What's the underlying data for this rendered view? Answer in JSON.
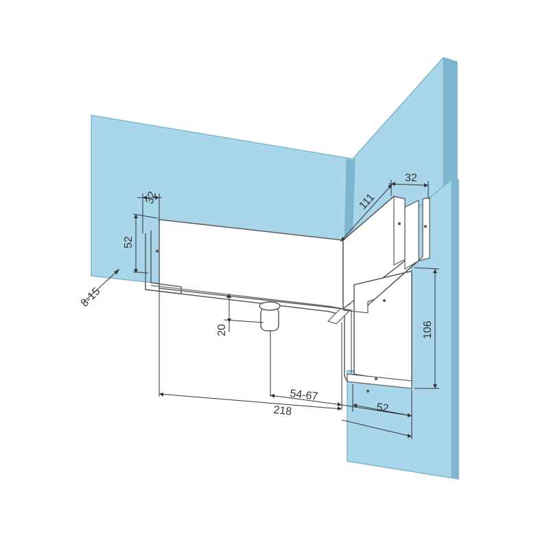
{
  "colors": {
    "glass": "#a9d6ea",
    "glass_edge": "#7fb6cf",
    "metal": "#ffffff",
    "outline": "#5a5a5a",
    "dimension": "#333333"
  },
  "dimensions": {
    "d32_left": "32",
    "d52_left": "52",
    "d8_15": "8-15",
    "d20": "20",
    "d54_67": "54-67",
    "d218": "218",
    "d111": "111",
    "d32_right": "32",
    "d106": "106",
    "d52_bottom": "52"
  }
}
